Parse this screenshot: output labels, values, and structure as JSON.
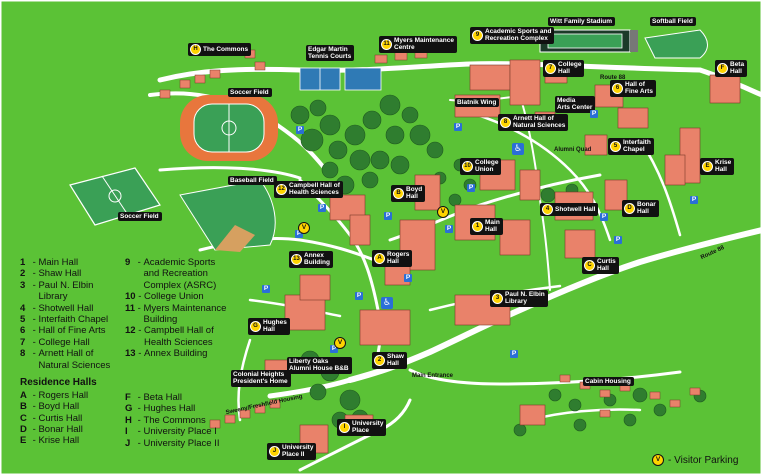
{
  "colors": {
    "grass": "#5bc236",
    "road": "#ffffff",
    "building": "#e9826a",
    "roof": "#cfcfcf",
    "tree": "#2f7d2f",
    "label_bg": "#111111",
    "marker": "#ffd400",
    "parking": "#2a6fd6"
  },
  "map_labels": [
    {
      "num": "H",
      "text": "The Commons"
    },
    {
      "num": "",
      "text": "Edgar Martin\nTennis Courts"
    },
    {
      "num": "11",
      "text": "Myers Maintenance\nCentre"
    },
    {
      "num": "9",
      "text": "Academic Sports and\nRecreation Complex"
    },
    {
      "num": "",
      "text": "Witt Family Stadium"
    },
    {
      "num": "",
      "text": "Softball Field"
    },
    {
      "num": "F",
      "text": "Beta\nHall"
    },
    {
      "num": "7",
      "text": "College\nHall"
    },
    {
      "num": "6",
      "text": "Hall of\nFine Arts"
    },
    {
      "num": "",
      "text": "Blatnik Wing"
    },
    {
      "num": "",
      "text": "Media\nArts Center"
    },
    {
      "num": "8",
      "text": "Arnett Hall of\nNatural Sciences"
    },
    {
      "num": "5",
      "text": "Interfaith\nChapel"
    },
    {
      "num": "",
      "text": "Soccer Field"
    },
    {
      "num": "10",
      "text": "College\nUnion"
    },
    {
      "num": "E",
      "text": "Krise\nHall"
    },
    {
      "num": "",
      "text": "Baseball Field"
    },
    {
      "num": "12",
      "text": "Campbell Hall of\nHealth Sciences"
    },
    {
      "num": "B",
      "text": "Boyd\nHall"
    },
    {
      "num": "",
      "text": "Soccer Field"
    },
    {
      "num": "4",
      "text": "Shotwell Hall"
    },
    {
      "num": "D",
      "text": "Bonar\nHall"
    },
    {
      "num": "1",
      "text": "Main\nHall"
    },
    {
      "num": "A",
      "text": "Rogers\nHall"
    },
    {
      "num": "13",
      "text": "Annex\nBuilding"
    },
    {
      "num": "C",
      "text": "Curtis\nHall"
    },
    {
      "num": "3",
      "text": "Paul N. Elbin\nLibrary"
    },
    {
      "num": "G",
      "text": "Hughes\nHall"
    },
    {
      "num": "2",
      "text": "Shaw\nHall"
    },
    {
      "num": "",
      "text": "Liberty Oaks\nAlumni House B&B"
    },
    {
      "num": "",
      "text": "Colonial Heights\nPresident's Home"
    },
    {
      "num": "",
      "text": "Cabin Housing"
    },
    {
      "num": "I",
      "text": "University\nPlace"
    },
    {
      "num": "J",
      "text": "University\nPlace II"
    }
  ],
  "plain_labels": [
    "Main Entrance",
    "Sweeny/Freshfield Housing",
    "Alumni Quad",
    "Route 88",
    "Route 88"
  ],
  "parking_symbol": "P",
  "visitor_symbol": "V",
  "accessible_symbol": "♿",
  "legend": {
    "academic_left": [
      {
        "key": "1",
        "name": "Main Hall"
      },
      {
        "key": "2",
        "name": "Shaw Hall"
      },
      {
        "key": "3",
        "name": "Paul N. Elbin\nLibrary"
      },
      {
        "key": "4",
        "name": "Shotwell Hall"
      },
      {
        "key": "5",
        "name": "Interfaith Chapel"
      },
      {
        "key": "6",
        "name": "Hall of Fine Arts"
      },
      {
        "key": "7",
        "name": "College Hall"
      },
      {
        "key": "8",
        "name": "Arnett Hall of\nNatural Sciences"
      }
    ],
    "academic_right": [
      {
        "key": "9",
        "name": "Academic Sports\nand Recreation\nComplex (ASRC)"
      },
      {
        "key": "10",
        "name": "College Union"
      },
      {
        "key": "11",
        "name": "Myers Maintenance\nBuilding"
      },
      {
        "key": "12",
        "name": "Campbell Hall of\nHealth Sciences"
      },
      {
        "key": "13",
        "name": "Annex Building"
      }
    ],
    "residence_title": "Residence Halls",
    "residence_left": [
      {
        "key": "A",
        "name": "Rogers Hall"
      },
      {
        "key": "B",
        "name": "Boyd Hall"
      },
      {
        "key": "C",
        "name": "Curtis Hall"
      },
      {
        "key": "D",
        "name": "Bonar Hall"
      },
      {
        "key": "E",
        "name": "Krise Hall"
      }
    ],
    "residence_right": [
      {
        "key": "F",
        "name": "Beta Hall"
      },
      {
        "key": "G",
        "name": "Hughes Hall"
      },
      {
        "key": "H",
        "name": "The Commons"
      },
      {
        "key": "I",
        "name": "University Place I"
      },
      {
        "key": "J",
        "name": "University Place II"
      }
    ],
    "visitor_parking": "- Visitor Parking"
  }
}
